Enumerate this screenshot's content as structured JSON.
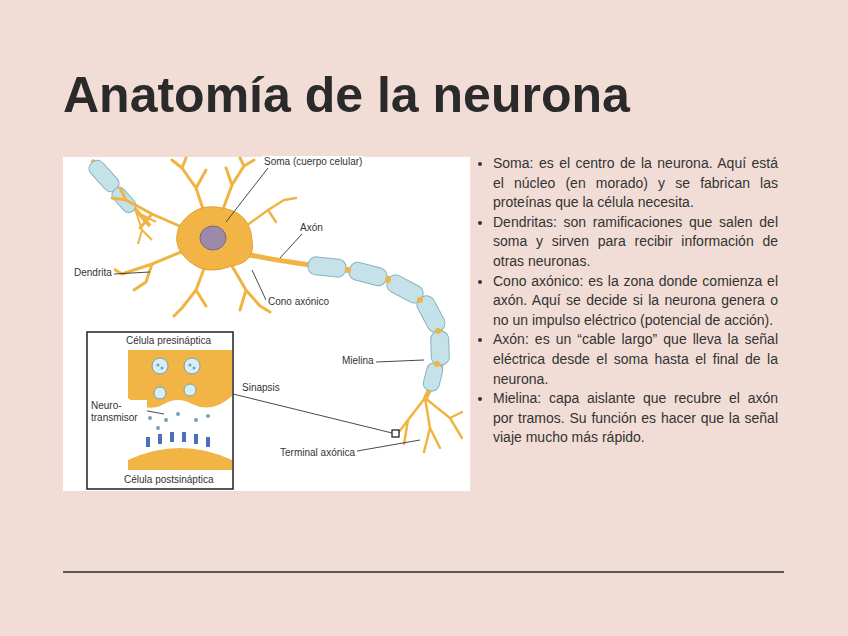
{
  "diagram": {
    "title": "Anatomía de la neurona",
    "labels": [
      "Soma (cuerpo celular)",
      "Axón",
      "Dendrita",
      "Cono axónico",
      "Mielina",
      "Sinapsis",
      "Terminal axónica",
      "Célula presináptica",
      "Neuro-transmisor",
      "Célula postsináptica",
      "Soma: es el centro de la neurona. Aquí está el núcleo (en morado) y se fabrican las proteínas que la célula necesita.",
      "Dendritas: son ramificaciones que salen del soma y sirven para recibir información de otras neuronas.",
      "Cono axónico: es la zona donde comienza el axón. Aquí se decide si la neurona genera o no un impulso eléctrico (potencial de acción).",
      "Axón: es un “cable largo” que lleva la señal eléctrica desde el soma hasta el final de la neurona.",
      "Mielina: capa aislante que recubre el axón por tramos. Su función es hacer que la señal viaje mucho más rápido."
    ]
  }
}
